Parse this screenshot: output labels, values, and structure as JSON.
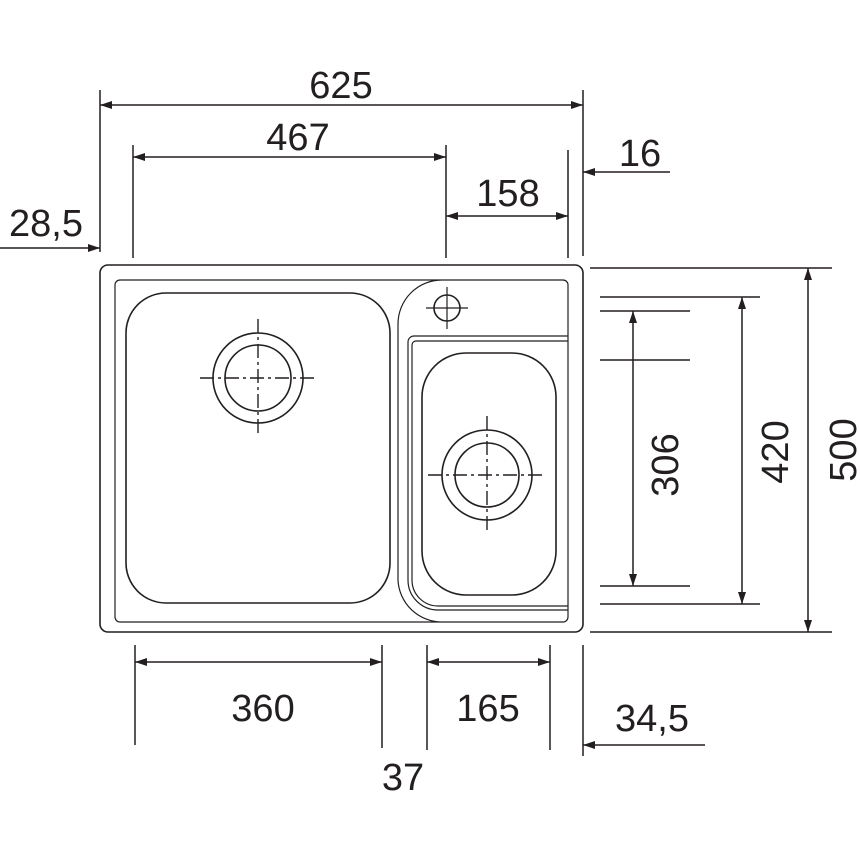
{
  "dimensions": {
    "overall_width": "625",
    "bowl_span_width": "467",
    "small_section_width": "158",
    "right_offset": "16",
    "left_offset": "28,5",
    "small_bowl_length": "306",
    "inner_depth": "420",
    "overall_depth": "500",
    "large_bowl_width": "360",
    "small_bowl_width": "165",
    "divider_width": "37",
    "right_margin": "34,5"
  },
  "colors": {
    "line": "#231f20",
    "background": "#ffffff"
  }
}
